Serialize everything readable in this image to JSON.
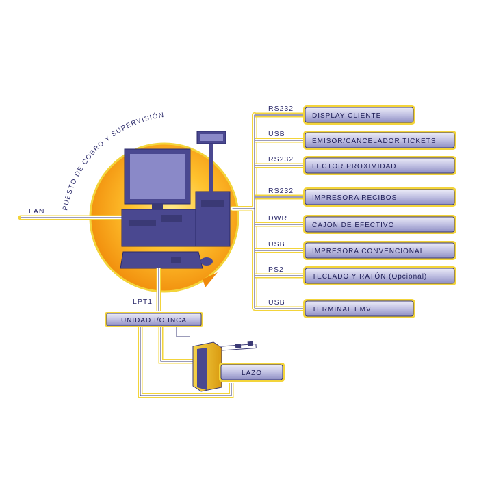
{
  "colors": {
    "accent_orange": "#f39a12",
    "accent_yellow": "#f3d43a",
    "box_fill": "#b8b8dc",
    "box_border": "#3a3975",
    "equipment": "#4a4890",
    "text": "#2b2a6a",
    "kiosk_yellow": "#e9b81a"
  },
  "diagram": {
    "arc_title": "PUESTO DE COBRO Y SUPERVISIÓN",
    "lan_label": "LAN",
    "lpt_label": "LPT1",
    "io_unit": "UNIDAD I/O INCA",
    "loop": "LAZO",
    "peripherals": [
      {
        "port": "RS232",
        "name": "DISPLAY CLIENTE"
      },
      {
        "port": "USB",
        "name": "EMISOR/CANCELADOR TICKETS"
      },
      {
        "port": "RS232",
        "name": "LECTOR PROXIMIDAD"
      },
      {
        "port": "RS232",
        "name": "IMPRESORA RECIBOS"
      },
      {
        "port": "DWR",
        "name": "CAJON DE EFECTIVO"
      },
      {
        "port": "USB",
        "name": "IMPRESORA CONVENCIONAL"
      },
      {
        "port": "PS2",
        "name": "TECLADO Y RATÓN (Opcional)"
      },
      {
        "port": "USB",
        "name": "TERMINAL EMV"
      }
    ]
  }
}
